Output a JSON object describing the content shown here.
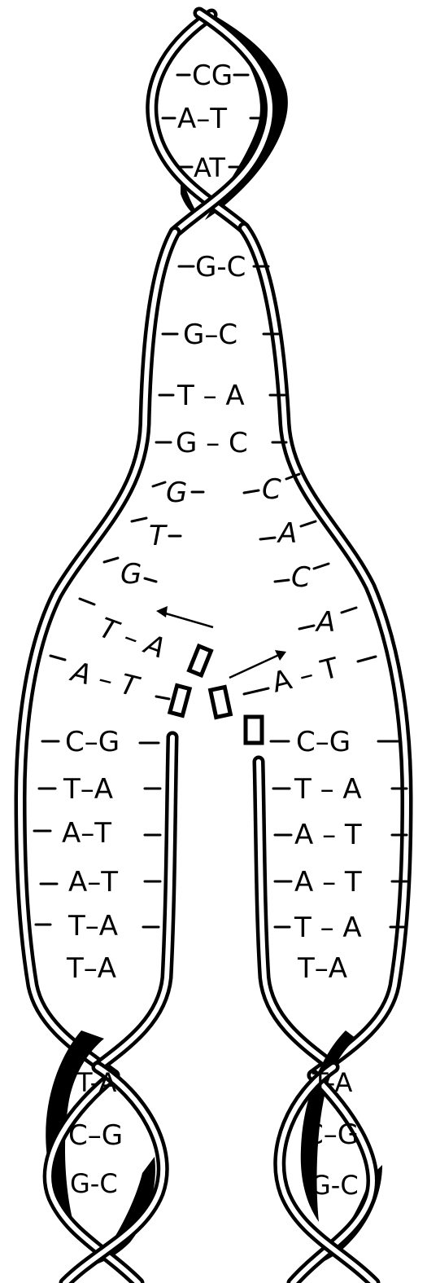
{
  "top_helix": {
    "pairs": [
      "CG",
      "A–T",
      "AT"
    ]
  },
  "fork_paired": {
    "pairs": [
      "G-C",
      "G–C",
      "T – A",
      "G – C"
    ]
  },
  "fork_left_unpaired": {
    "bases": [
      "G",
      "T",
      "G"
    ]
  },
  "fork_right_unpaired": {
    "bases": [
      "C",
      "A",
      "C",
      "A"
    ]
  },
  "fork_new_pairs": {
    "left": "T – A",
    "left2": "A – T",
    "right": "A – T"
  },
  "left_daughter": {
    "pairs": [
      "C–G",
      "T–A",
      "A–T",
      "A–T",
      "T–A",
      "T–A"
    ],
    "helix_pairs": [
      "T-A",
      "C–G",
      "G-C"
    ]
  },
  "right_daughter": {
    "pairs": [
      "C–G",
      "T – A",
      "A – T",
      "A – T",
      "T – A",
      "T–A"
    ],
    "helix_pairs": [
      "T-A",
      "C–G",
      "G-C"
    ]
  }
}
